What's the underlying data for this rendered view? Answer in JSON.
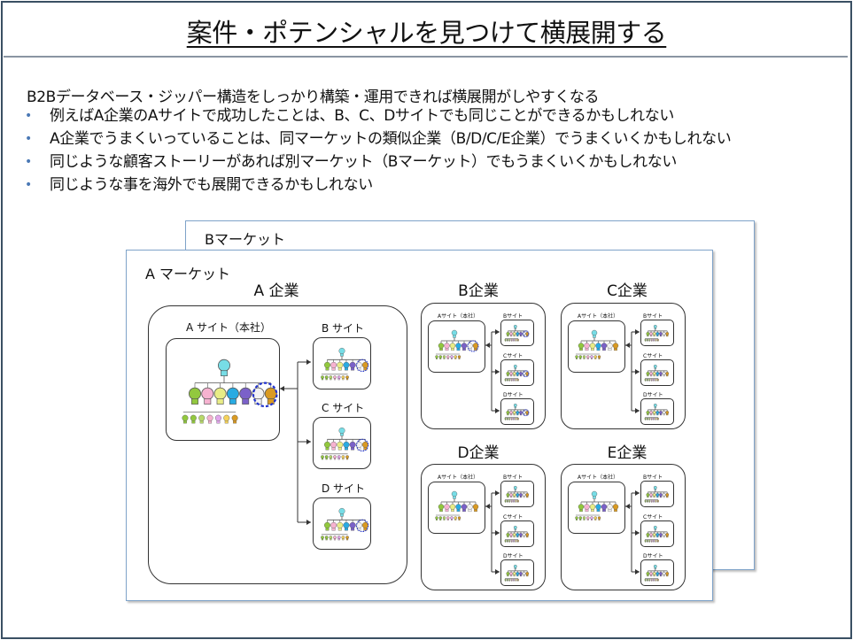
{
  "title": "案件・ポテンシャルを見つけて横展開する",
  "intro": "B2Bデータベース・ジッパー構造をしっかり構築・運用できれば横展開がしやすくなる",
  "bullets": [
    "例えばA企業のAサイトで成功したことは、B、C、Dサイトでも同じことができるかもしれない",
    "A企業でうまくいっていることは、同マーケットの類似企業（B/D/C/E企業）でうまくいくかもしれない",
    "同じような顧客ストーリーがあれば別マーケット（Bマーケット）でもうまくいくかもしれない",
    "同じような事を海外でも展開できるかもしれない"
  ],
  "bullet_symbol": "•",
  "diagram": {
    "b_market_label": "Bマーケット",
    "a_market_label": "A マーケット",
    "companies": {
      "a": {
        "name": "A 企業",
        "hq_label": "A サイト（本社）",
        "sites": [
          "B サイト",
          "C サイト",
          "D サイト"
        ]
      },
      "b": {
        "name": "B企業",
        "hq_label": "Aサイト（本社）",
        "sites": [
          "Bサイト",
          "Cサイト",
          "Dサイト"
        ]
      },
      "c": {
        "name": "C企業",
        "hq_label": "Aサイト（本社）",
        "sites": [
          "Bサイト",
          "Cサイト",
          "Dサイト"
        ]
      },
      "d": {
        "name": "D企業",
        "hq_label": "Aサイト（本社）",
        "sites": [
          "Bサイト",
          "Cサイト",
          "Dサイト"
        ]
      },
      "e": {
        "name": "E企業",
        "hq_label": "Aサイト（本社）",
        "sites": [
          "Bサイト",
          "Cサイト",
          "Dサイト"
        ]
      }
    }
  },
  "colors": {
    "frame": "#3a4f63",
    "panel_border": "#7fa3c9",
    "highlight": "#2233cc",
    "root": "#77dde6",
    "people": [
      "#92c83e",
      "#f6b2d0",
      "#e8ec86",
      "#29abe2",
      "#7b61c9",
      "#f2f2f2",
      "#d99a22"
    ],
    "staff": [
      "#92c83e",
      "#92c83e",
      "#b8d96a",
      "#f6b2d0",
      "#e2a6ec",
      "#f5d25a",
      "#d99a22"
    ]
  }
}
